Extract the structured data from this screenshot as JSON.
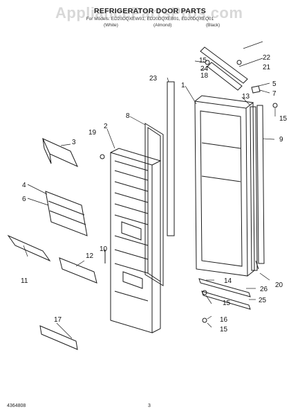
{
  "header": {
    "watermark": "AppliancePartsPros.com",
    "title": "REFRIGERATOR DOOR PARTS",
    "subtitle": "For Models: ED20DQXEW01, ED20DQXEB01, ED20DQXEQ01",
    "variants": [
      "(White)",
      "(Almond)",
      "(Black)"
    ]
  },
  "callouts": [
    "1",
    "2",
    "3",
    "4",
    "5",
    "6",
    "7",
    "8",
    "9",
    "10",
    "11",
    "12",
    "13",
    "14",
    "15",
    "15",
    "15",
    "15",
    "16",
    "17",
    "18",
    "19",
    "20",
    "21",
    "22",
    "23",
    "24",
    "25",
    "26"
  ],
  "footer": {
    "doc_number": "4364808",
    "page_number": "3"
  },
  "colors": {
    "line": "#1a1a1a",
    "background": "#ffffff",
    "watermark": "#d8d8d8"
  }
}
